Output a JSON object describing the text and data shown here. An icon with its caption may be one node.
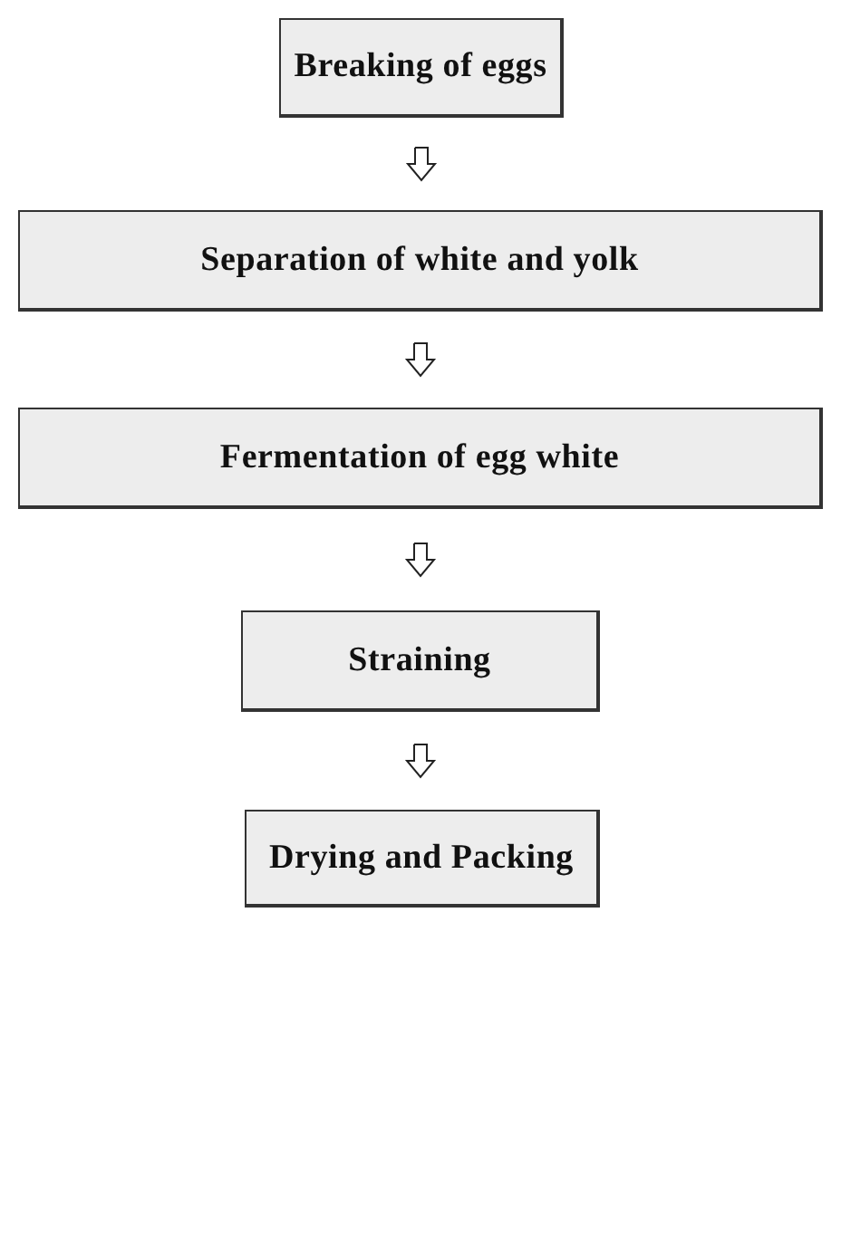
{
  "diagram": {
    "nodes": [
      {
        "text": [
          "Breaking of eggs"
        ]
      },
      {
        "text": [
          "Separation of white and yolk"
        ]
      },
      {
        "text": [
          "Fermentation of egg white"
        ]
      },
      {
        "text": [
          "Straining"
        ]
      },
      {
        "text": [
          "Drying and Packing"
        ]
      }
    ],
    "edges": [
      {
        "from": 0,
        "to": 1,
        "arrow": "to"
      },
      {
        "from": 1,
        "to": 2,
        "arrow": "to"
      },
      {
        "from": 2,
        "to": 3,
        "arrow": "to"
      },
      {
        "from": 3,
        "to": 4,
        "arrow": "to"
      }
    ]
  }
}
